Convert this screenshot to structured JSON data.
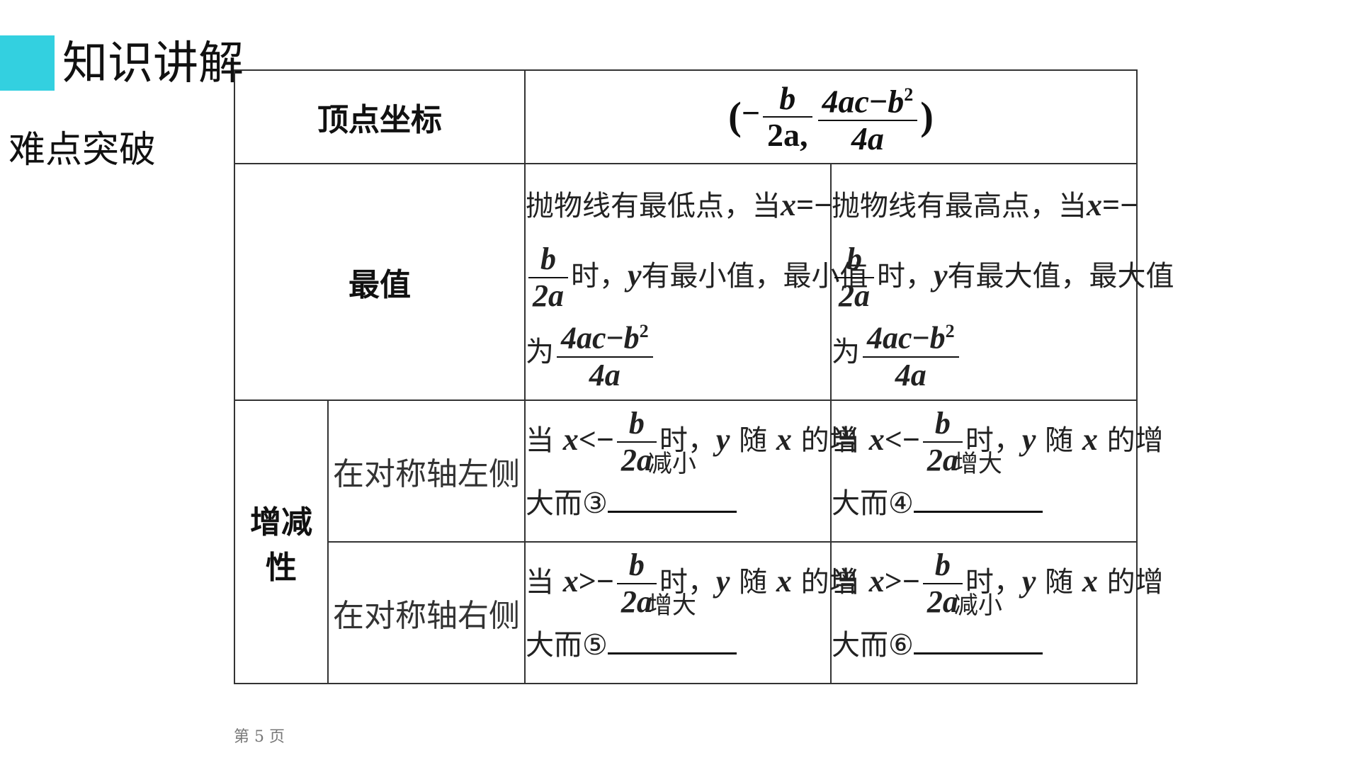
{
  "header": {
    "section_title": "知识讲解",
    "subsection_title": "难点突破",
    "accent_color": "#33d0e0"
  },
  "table": {
    "row_vertex": {
      "label": "顶点坐标",
      "formula": {
        "open": "(",
        "minus": "−",
        "frac1_num": "b",
        "frac1_den": "2a",
        "comma": ",",
        "frac2_num_a": "4ac",
        "frac2_num_minus": "−",
        "frac2_num_b": "b",
        "frac2_num_exp": "2",
        "frac2_den": "4a",
        "close": ")"
      }
    },
    "row_extreme": {
      "label": "最值",
      "left": {
        "line1": "抛物线有最低点，当",
        "var_x": "x",
        "eq": "=−",
        "frac_num": "b",
        "frac_den": "2a",
        "line2_suffix": "时，",
        "var_y": "y",
        "line2_tail": "有最小值，最小值",
        "line3_prefix": "为",
        "val_num_a": "4ac",
        "val_num_minus": "−",
        "val_num_b": "b",
        "val_num_exp": "2",
        "val_den": "4a"
      },
      "right": {
        "line1": "抛物线有最高点，当",
        "var_x": "x",
        "eq": "=−",
        "frac_num": "b",
        "frac_den": "2a",
        "line2_suffix": "时，",
        "var_y": "y",
        "line2_tail": "有最大值，最大值",
        "line3_prefix": "为",
        "val_num_a": "4ac",
        "val_num_minus": "−",
        "val_num_b": "b",
        "val_num_exp": "2",
        "val_den": "4a"
      }
    },
    "row_monotonic": {
      "label": "增减性",
      "left_side": {
        "label": "在对称轴左侧",
        "cell_a": {
          "when": "当",
          "var_x": "x",
          "op": "<−",
          "frac_num": "b",
          "frac_den": "2a",
          "mid": "时，",
          "var_y": "y",
          "follow": "随",
          "var_x2": "x",
          "tail": "的增",
          "line2": "大而③",
          "answer": "减小"
        },
        "cell_b": {
          "when": "当",
          "var_x": "x",
          "op": "<−",
          "frac_num": "b",
          "frac_den": "2a",
          "mid": "时，",
          "var_y": "y",
          "follow": "随",
          "var_x2": "x",
          "tail": "的增",
          "line2": "大而④",
          "answer": "增大"
        }
      },
      "right_side": {
        "label": "在对称轴右侧",
        "cell_a": {
          "when": "当",
          "var_x": "x",
          "op": ">−",
          "frac_num": "b",
          "frac_den": "2a",
          "mid": "时，",
          "var_y": "y",
          "follow": "随",
          "var_x2": "x",
          "tail": "的增",
          "line2": "大而⑤",
          "answer": "增大"
        },
        "cell_b": {
          "when": "当",
          "var_x": "x",
          "op": ">−",
          "frac_num": "b",
          "frac_den": "2a",
          "mid": "时，",
          "var_y": "y",
          "follow": "随",
          "var_x2": "x",
          "tail": "的增",
          "line2": "大而⑥",
          "answer": "减小"
        }
      }
    }
  },
  "footer": {
    "page_prefix": "第",
    "page_number": "5",
    "page_suffix": "页"
  }
}
